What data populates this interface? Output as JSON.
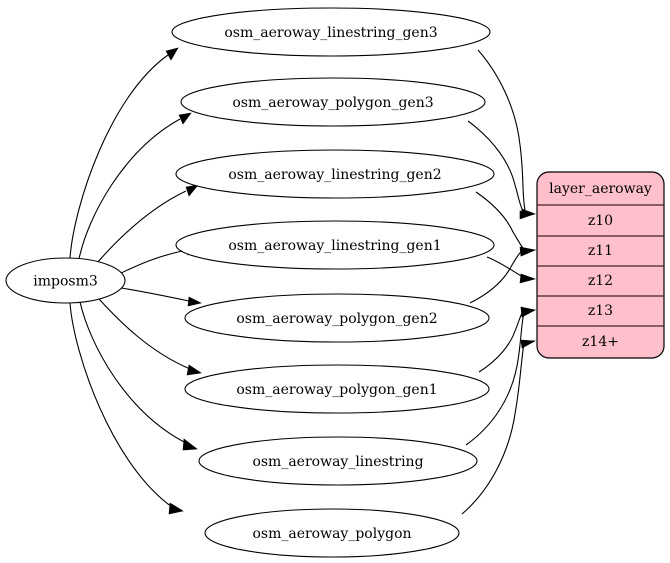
{
  "diagram": {
    "type": "directed-graph",
    "title": "imposm3 aeroway layer dependency graph",
    "background_color": "#ffffff",
    "edge_color": "#000000",
    "source": {
      "id": "imposm3",
      "label": "imposm3",
      "shape": "ellipse",
      "fill": "#ffffff"
    },
    "tables": [
      {
        "id": "osm_aeroway_linestring_gen3",
        "label": "osm_aeroway_linestring_gen3",
        "shape": "ellipse",
        "fill": "#ffffff"
      },
      {
        "id": "osm_aeroway_polygon_gen3",
        "label": "osm_aeroway_polygon_gen3",
        "shape": "ellipse",
        "fill": "#ffffff"
      },
      {
        "id": "osm_aeroway_linestring_gen2",
        "label": "osm_aeroway_linestring_gen2",
        "shape": "ellipse",
        "fill": "#ffffff"
      },
      {
        "id": "osm_aeroway_linestring_gen1",
        "label": "osm_aeroway_linestring_gen1",
        "shape": "ellipse",
        "fill": "#ffffff"
      },
      {
        "id": "osm_aeroway_polygon_gen2",
        "label": "osm_aeroway_polygon_gen2",
        "shape": "ellipse",
        "fill": "#ffffff"
      },
      {
        "id": "osm_aeroway_polygon_gen1",
        "label": "osm_aeroway_polygon_gen1",
        "shape": "ellipse",
        "fill": "#ffffff"
      },
      {
        "id": "osm_aeroway_linestring",
        "label": "osm_aeroway_linestring",
        "shape": "ellipse",
        "fill": "#ffffff"
      },
      {
        "id": "osm_aeroway_polygon",
        "label": "osm_aeroway_polygon",
        "shape": "ellipse",
        "fill": "#ffffff"
      }
    ],
    "layer": {
      "id": "layer_aeroway",
      "header": "layer_aeroway",
      "fill": "#ffc0cb",
      "border_color": "#000000",
      "divider_color": "#442222",
      "zoom_rows": [
        "z10",
        "z11",
        "z12",
        "z13",
        "z14+"
      ]
    },
    "edges": [
      {
        "from": "imposm3",
        "to": "osm_aeroway_linestring_gen3"
      },
      {
        "from": "imposm3",
        "to": "osm_aeroway_polygon_gen3"
      },
      {
        "from": "imposm3",
        "to": "osm_aeroway_linestring_gen2"
      },
      {
        "from": "imposm3",
        "to": "osm_aeroway_linestring_gen1"
      },
      {
        "from": "imposm3",
        "to": "osm_aeroway_polygon_gen2"
      },
      {
        "from": "imposm3",
        "to": "osm_aeroway_polygon_gen1"
      },
      {
        "from": "imposm3",
        "to": "osm_aeroway_linestring"
      },
      {
        "from": "imposm3",
        "to": "osm_aeroway_polygon"
      },
      {
        "from": "osm_aeroway_linestring_gen3",
        "to": "z10"
      },
      {
        "from": "osm_aeroway_polygon_gen3",
        "to": "z10"
      },
      {
        "from": "osm_aeroway_linestring_gen2",
        "to": "z11"
      },
      {
        "from": "osm_aeroway_polygon_gen2",
        "to": "z11"
      },
      {
        "from": "osm_aeroway_linestring_gen1",
        "to": "z12"
      },
      {
        "from": "osm_aeroway_polygon_gen1",
        "to": "z13"
      },
      {
        "from": "osm_aeroway_linestring",
        "to": "z13"
      },
      {
        "from": "osm_aeroway_polygon",
        "to": "z14+"
      }
    ]
  }
}
